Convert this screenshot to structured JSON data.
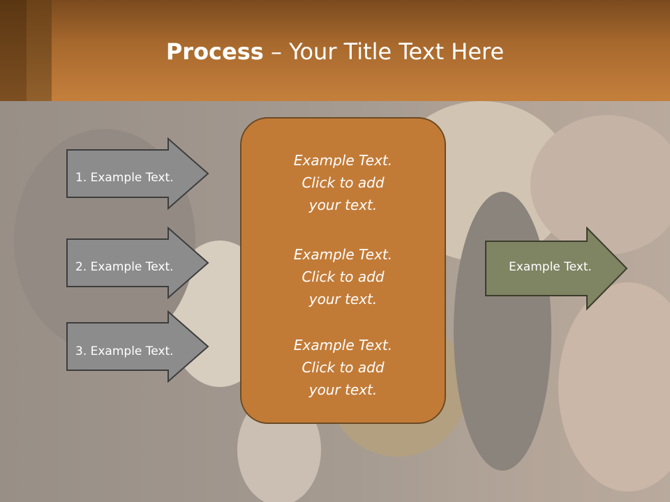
{
  "title": {
    "bold": "Process",
    "rest": " – Your Title Text Here"
  },
  "left_arrows": [
    {
      "label": "1. Example Text."
    },
    {
      "label": "2. Example Text."
    },
    {
      "label": "3. Example Text."
    }
  ],
  "center": {
    "items": [
      {
        "line1": "Example Text.",
        "line2": "Click  to add",
        "line3": "your text."
      },
      {
        "line1": "Example Text.",
        "line2": "Click  to add",
        "line3": "your text."
      },
      {
        "line1": "Example Text.",
        "line2": "Click  to add",
        "line3": "your text."
      }
    ]
  },
  "right_arrow": {
    "label": "Example Text."
  },
  "colors": {
    "header": "#c47f3c",
    "center_box": "#c27b37",
    "left_arrow_fill": "#8c8c8c",
    "right_arrow_fill": "#7f8463"
  }
}
